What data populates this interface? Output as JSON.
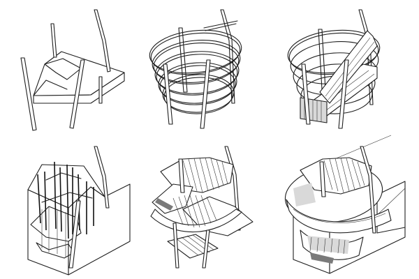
{
  "figure": {
    "rows": 2,
    "columns": 3,
    "panels": [
      {
        "id": "p1",
        "content": "slab-with-columns"
      },
      {
        "id": "p2",
        "content": "ring-frame-with-columns"
      },
      {
        "id": "p3",
        "content": "ring-frame-with-skin"
      },
      {
        "id": "p4",
        "content": "base-with-structure"
      },
      {
        "id": "p5",
        "content": "floors-and-stairs"
      },
      {
        "id": "p6",
        "content": "assembled-structure"
      }
    ],
    "colors": {
      "ink": "#1e1e1e",
      "paper": "#ffffff",
      "shade": "#d9d9d9"
    }
  }
}
